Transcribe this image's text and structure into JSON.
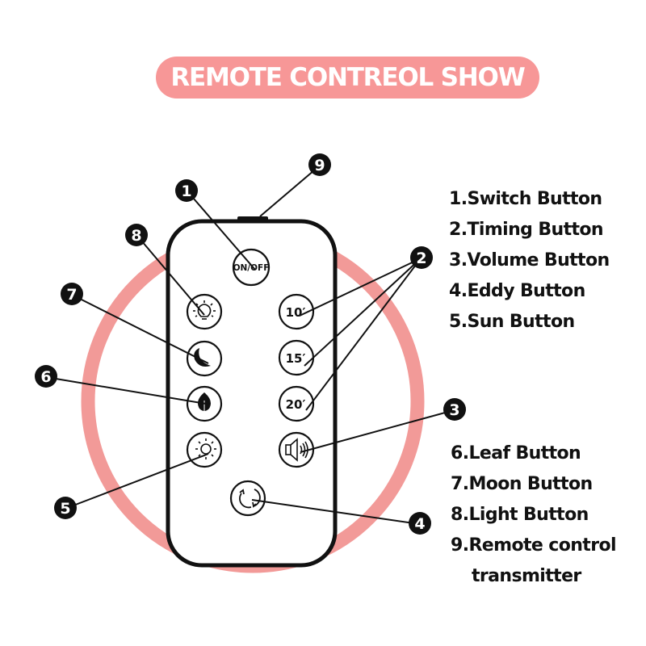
{
  "title": "REMOTE CONTREOL SHOW",
  "colors": {
    "accent": "#f79797",
    "ring": "#f29a98",
    "outline": "#111111",
    "background": "#ffffff"
  },
  "remote": {
    "buttons": {
      "on_off": {
        "label": "ON/OFF",
        "callout": "1"
      },
      "timer_10": {
        "label": "10′",
        "callout": "2"
      },
      "timer_15": {
        "label": "15′",
        "callout": "2"
      },
      "timer_20": {
        "label": "20′",
        "callout": "2"
      },
      "volume": {
        "icon": "speaker-icon",
        "callout": "3"
      },
      "eddy": {
        "icon": "rotate-icon",
        "callout": "4"
      },
      "sun": {
        "icon": "sun-icon",
        "callout": "5"
      },
      "leaf": {
        "icon": "leaf-icon",
        "callout": "6"
      },
      "moon": {
        "icon": "moon-icon",
        "callout": "7"
      },
      "light": {
        "icon": "bulb-icon",
        "callout": "8"
      }
    },
    "transmitter": {
      "callout": "9"
    }
  },
  "callouts": [
    "1",
    "2",
    "3",
    "4",
    "5",
    "6",
    "7",
    "8",
    "9"
  ],
  "legend": {
    "group1": [
      "1.Switch Button",
      "2.Timing Button",
      "3.Volume Button",
      "4.Eddy Button",
      "5.Sun Button"
    ],
    "group2": [
      "6.Leaf Button",
      "7.Moon Button",
      "8.Light Button",
      "9.Remote control",
      "transmitter"
    ]
  }
}
